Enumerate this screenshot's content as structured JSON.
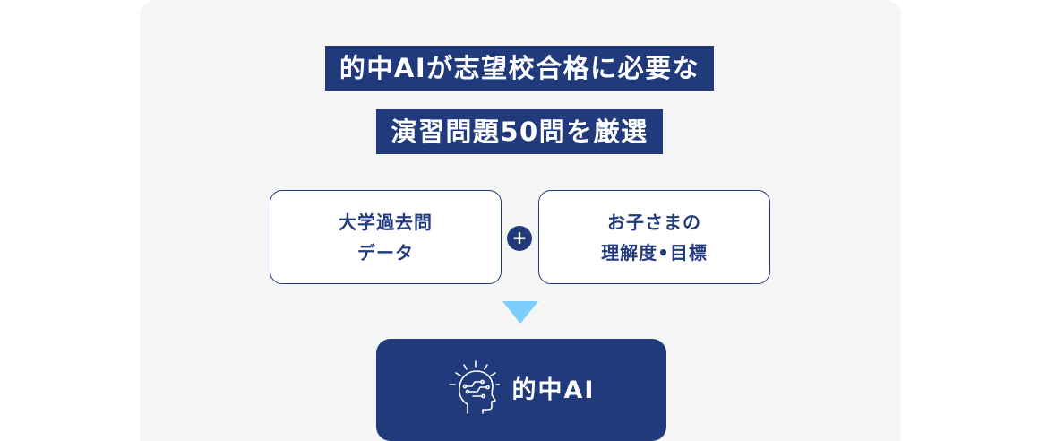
{
  "headline": {
    "line1": "的中AIが志望校合格に必要な",
    "line2": "演習問題50問を厳選"
  },
  "inputs": {
    "left": {
      "line1": "大学過去問",
      "line2": "データ"
    },
    "plus_symbol": "+",
    "right": {
      "line1": "お子さまの",
      "line2": "理解度•目標"
    }
  },
  "result": {
    "icon": "ai-brain-head-icon",
    "label": "的中AI"
  },
  "colors": {
    "navy": "#213a7c",
    "arrow": "#7ccdf9",
    "panel": "#f5f5f5"
  }
}
